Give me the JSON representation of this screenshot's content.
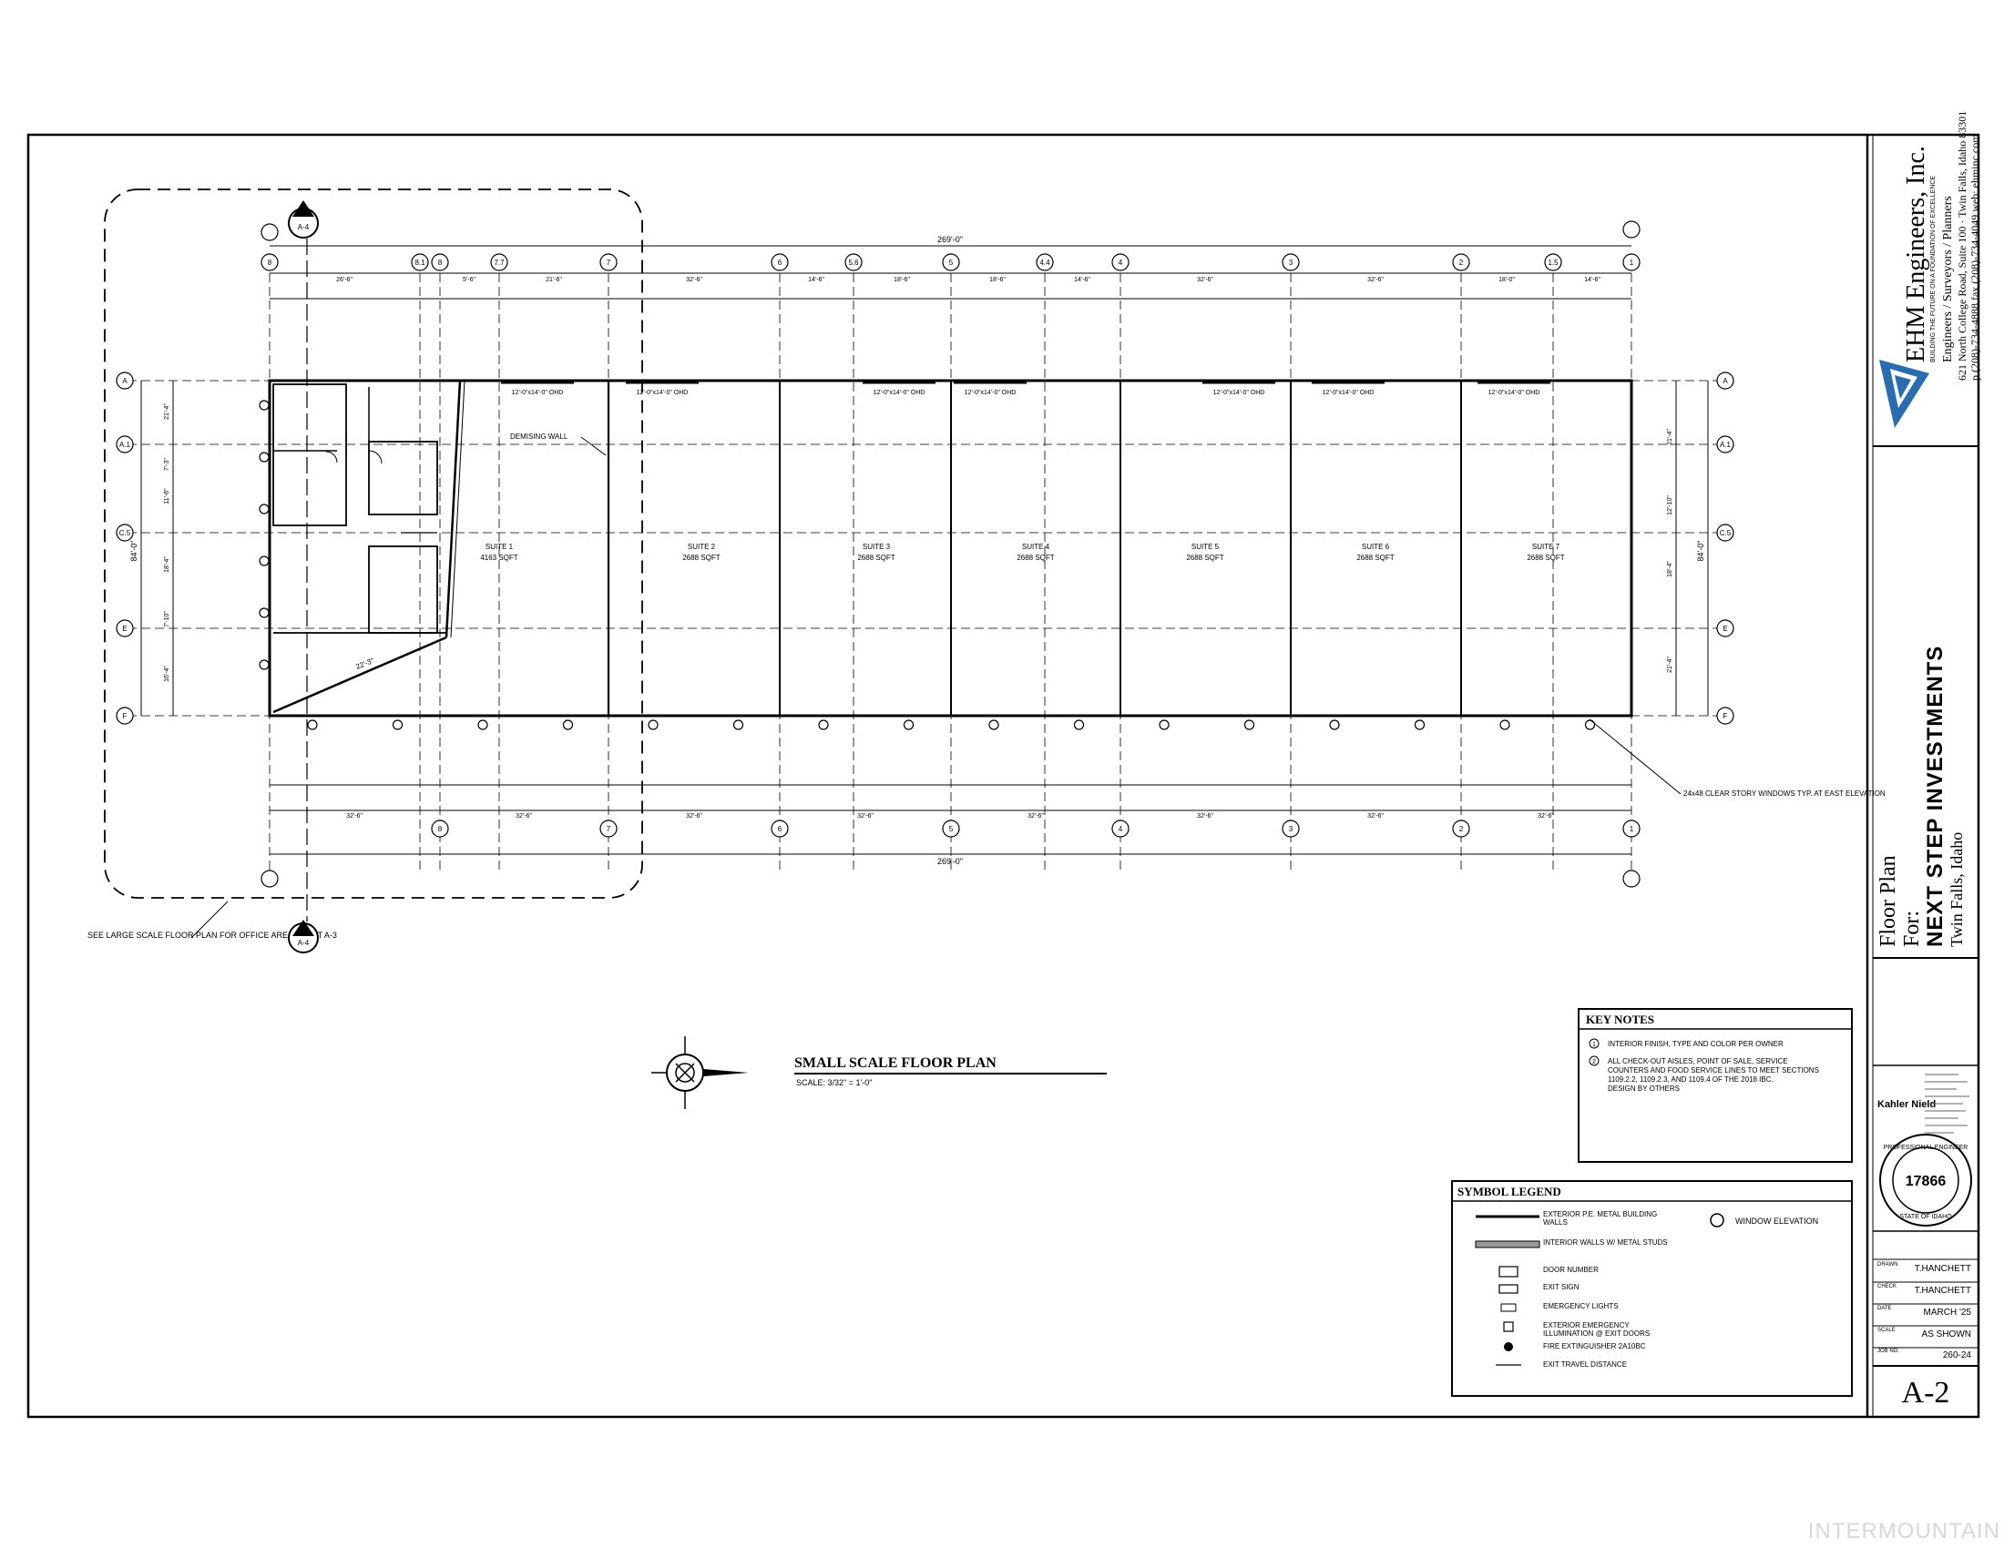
{
  "firm": {
    "name": "EHM Engineers, Inc.",
    "motto": "BUILDING THE FUTURE ON A FOUNDATION OF EXCELLENCE",
    "services": "Engineers / Surveyors / Planners",
    "address": "621 North College Road, Suite 100 · Twin Falls, Idaho 83301",
    "contact": "p (208)-734-4888 fax (208)-734-4049 web: ehminc.com"
  },
  "sheet": {
    "title_line1": "Floor Plan",
    "title_line2": "For:",
    "client": "NEXT STEP INVESTMENTS",
    "location": "Twin Falls, Idaho",
    "number": "A-2"
  },
  "title_block": {
    "rows": [
      {
        "label": "DRAWN",
        "value": "T.HANCHETT"
      },
      {
        "label": "CHECK",
        "value": "T.HANCHETT"
      },
      {
        "label": "DATE",
        "value": "MARCH '25"
      },
      {
        "label": "SCALE",
        "value": "AS SHOWN"
      },
      {
        "label": "JOB NO.",
        "value": "260-24"
      }
    ],
    "engineer": "Kahler Nield",
    "stamp_number": "17866",
    "stamp_top": "PROFESSIONAL ENGINEER",
    "stamp_bottom": "STATE OF IDAHO"
  },
  "plan": {
    "title": "SMALL SCALE FLOOR PLAN",
    "scale": "SCALE: 3/32\" = 1'-0\"",
    "overall_dim": "269'-0\"",
    "side_dim": "84'-0\"",
    "demising_wall": "DEMISING WALL",
    "window_note": "24x48 CLEAR STORY WINDOWS TYP. AT EAST ELEVATION",
    "office_note": "SEE LARGE SCALE FLOOR PLAN FOR OFFICE AREA SHEET A-3",
    "diag_dim": "22'-3\"",
    "section_tag": "A-4",
    "suites": [
      {
        "name": "SUITE 1",
        "area": "4163 SQFT"
      },
      {
        "name": "SUITE 2",
        "area": "2688 SQFT"
      },
      {
        "name": "SUITE 3",
        "area": "2688 SQFT"
      },
      {
        "name": "SUITE 4",
        "area": "2688 SQFT"
      },
      {
        "name": "SUITE 5",
        "area": "2688 SQFT"
      },
      {
        "name": "SUITE 6",
        "area": "2688 SQFT"
      },
      {
        "name": "SUITE 7",
        "area": "2688 SQFT"
      }
    ],
    "doors": [
      "12'-0\"x14'-0\" OHD",
      "12'-0\"x14'-0\" OHD",
      "12'-0\"x14'-0\" OHD",
      "12'-0\"x14'-0\" OHD",
      "12'-0\"x14'-0\" OHD",
      "12'-0\"x14'-0\" OHD",
      "12'-0\"x14'-0\" OHD"
    ],
    "top_grids": [
      "8",
      "8.1",
      "8",
      "7.7",
      "7",
      "6",
      "5.6",
      "5",
      "4.4",
      "4",
      "3",
      "2",
      "1.5",
      "1"
    ],
    "bottom_grids": [
      "8",
      "7",
      "6",
      "5",
      "4",
      "3",
      "2",
      "1"
    ],
    "row_grids": [
      "A",
      "A.1",
      "C.5",
      "E",
      "F"
    ],
    "bay_dims": [
      "32'-6\"",
      "32'-6\"",
      "32'-6\"",
      "32'-6\"",
      "32'-6\"",
      "32'-6\"",
      "32'-6\"",
      "32'-6\""
    ],
    "top_dims": [
      "26'-6\"",
      "5'-6\"",
      "21'-6\"",
      "32'-6\"",
      "14'-6\"",
      "18'-6\"",
      "18'-6\"",
      "14'-6\"",
      "32'-6\"",
      "32'-6\"",
      "18'-0\"",
      "14'-6\""
    ],
    "left_dims": [
      "21'-4\"",
      "7'-3\"",
      "11'-6\"",
      "18'-4\"",
      "7'-10\"",
      "16'-4\""
    ],
    "right_dims": [
      "21'-4\"",
      "12'-10\"",
      "18'-4\"",
      "21'-4\""
    ]
  },
  "key_notes": {
    "title": "KEY NOTES",
    "items": [
      {
        "num": "1",
        "text": "INTERIOR FINISH, TYPE AND COLOR PER OWNER"
      },
      {
        "num": "2",
        "text": "ALL CHECK-OUT AISLES, POINT OF SALE, SERVICE COUNTERS AND FOOD SERVICE LINES TO MEET SECTIONS 1109.2.2, 1109.2.3, AND 1109.4 OF THE 2018 IBC. DESIGN BY OTHERS"
      }
    ]
  },
  "legend": {
    "title": "SYMBOL LEGEND",
    "items": [
      {
        "symbol": "line-thick",
        "text": "EXTERIOR P.E. METAL BUILDING WALLS"
      },
      {
        "symbol": "line-double",
        "text": "INTERIOR WALLS W/ METAL STUDS"
      },
      {
        "symbol": "door-tag",
        "text": "DOOR NUMBER"
      },
      {
        "symbol": "exit-sign",
        "text": "EXIT SIGN"
      },
      {
        "symbol": "emergency-light",
        "text": "EMERGENCY LIGHTS"
      },
      {
        "symbol": "exterior-light",
        "text": "EXTERIOR EMERGENCY ILLUMINATION @ EXIT DOORS"
      },
      {
        "symbol": "extinguisher",
        "text": "FIRE EXTINGUISHER 2A10BC"
      },
      {
        "symbol": "travel",
        "text": "EXIT TRAVEL DISTANCE"
      }
    ],
    "window_text": "WINDOW ELEVATION"
  },
  "watermark": "INTERMOUNTAIN"
}
